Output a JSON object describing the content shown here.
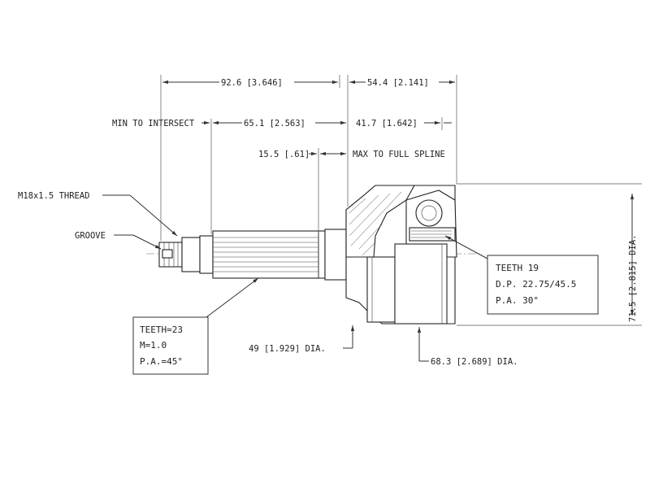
{
  "dimensions": {
    "overall_length": "92.6 [3.646]",
    "cv_length": "54.4 [2.141]",
    "min_to_intersect_label": "MIN TO INTERSECT",
    "min_to_intersect_value": "65.1 [2.563]",
    "cv_to_intersect": "41.7 [1.642]",
    "spline_gap": "15.5 [.61]",
    "max_to_full_spline_label": "MAX TO FULL SPLINE",
    "height": "71.5 [2.815] DIA.",
    "seal_diameter": "49 [1.929] DIA.",
    "outer_diameter": "68.3 [2.689] DIA."
  },
  "callouts": {
    "thread": "M18x1.5 THREAD",
    "groove": "GROOVE"
  },
  "outer_spline_box": {
    "lines": [
      "TEETH=23",
      "M=1.0",
      "P.A.=45°"
    ]
  },
  "inner_spline_box": {
    "lines": [
      "TEETH 19",
      "D.P. 22.75/45.5",
      "P.A. 30°"
    ]
  },
  "colors": {
    "line": "#333333",
    "background": "#ffffff"
  }
}
